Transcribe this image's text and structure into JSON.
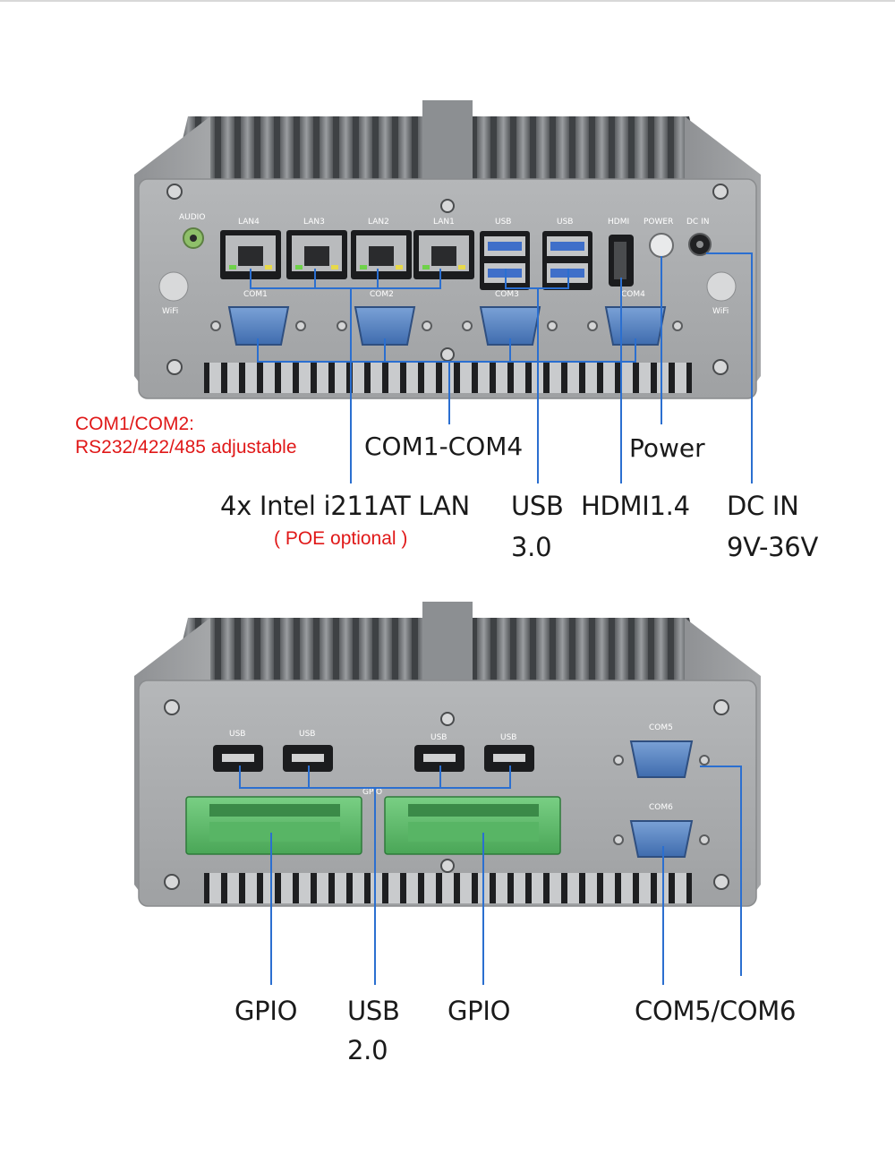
{
  "colors": {
    "callout_line": "#2b6fd0",
    "note_red": "#e01818",
    "text": "#1a1a1a",
    "chassis": "#a9abad",
    "heatsink": "#7d8083",
    "db9_blue": "#5a86c4",
    "terminal_green": "#5fbd6b"
  },
  "top_device": {
    "panel_labels": {
      "audio": "AUDIO",
      "wifi_left": "WiFi",
      "wifi_right": "WiFi",
      "lan4": "LAN4",
      "lan3": "LAN3",
      "lan2": "LAN2",
      "lan1": "LAN1",
      "usb_a": "USB",
      "usb_b": "USB",
      "hdmi": "HDMI",
      "power": "POWER",
      "dc_in": "DC IN",
      "com1": "COM1",
      "com2": "COM2",
      "com3": "COM3",
      "com4": "COM4"
    },
    "callouts": {
      "com_note_line1": "COM1/COM2:",
      "com_note_line2": "RS232/422/485 adjustable",
      "com_range": "COM1-COM4",
      "power": "Power",
      "lan": "4x Intel i211AT LAN",
      "poe": "( POE optional )",
      "usb_line1": "USB",
      "usb_line2": "3.0",
      "hdmi": "HDMI1.4",
      "dc_line1": "DC IN",
      "dc_line2": "9V-36V"
    }
  },
  "bottom_device": {
    "panel_labels": {
      "usb1": "USB",
      "usb2": "USB",
      "usb3": "USB",
      "usb4": "USB",
      "gpio": "GPIO",
      "com5": "COM5",
      "com6": "COM6"
    },
    "callouts": {
      "gpio_left": "GPIO",
      "usb_line1": "USB",
      "usb_line2": "2.0",
      "gpio_right": "GPIO",
      "com56": "COM5/COM6"
    }
  }
}
